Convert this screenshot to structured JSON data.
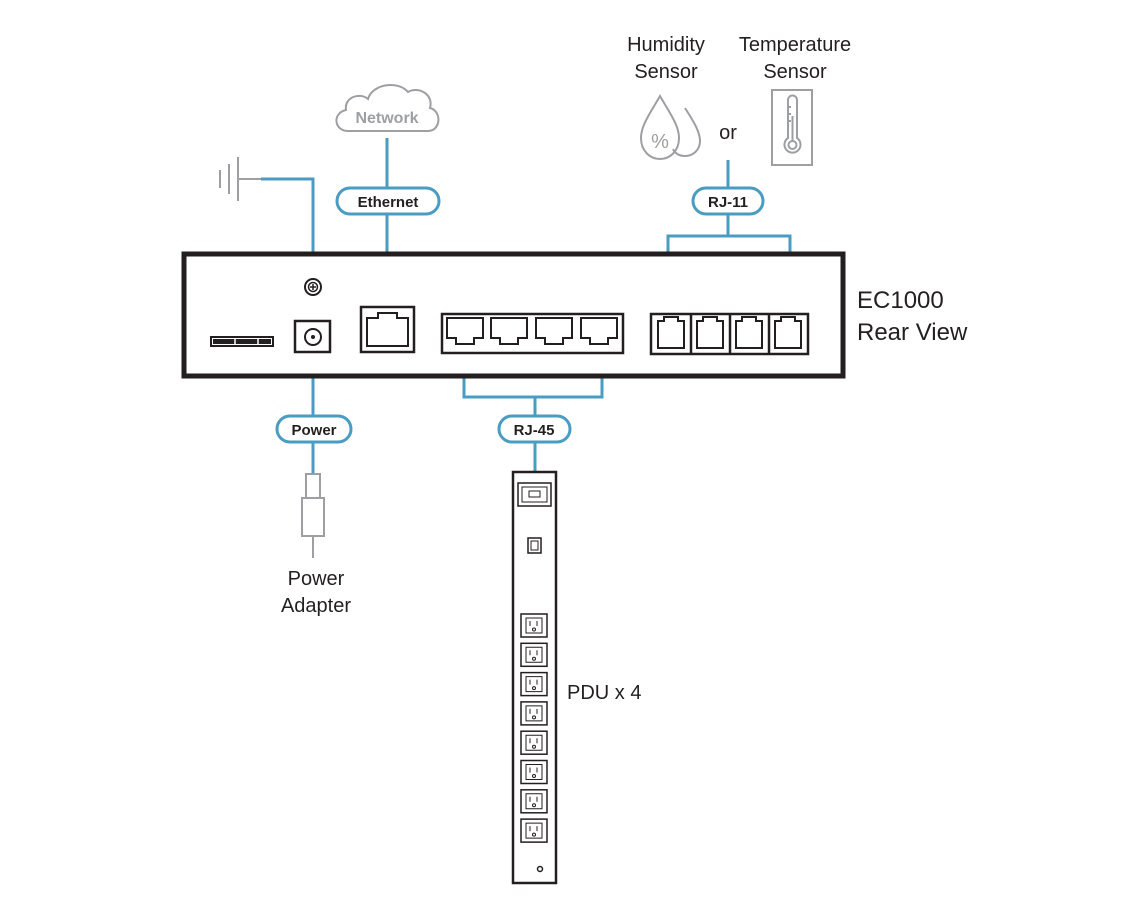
{
  "labels": {
    "humidity_sensor_line1": "Humidity",
    "humidity_sensor_line2": "Sensor",
    "temperature_sensor_line1": "Temperature",
    "temperature_sensor_line2": "Sensor",
    "or": "or",
    "network": "Network",
    "ethernet": "Ethernet",
    "rj11": "RJ-11",
    "device_line1": "EC1000",
    "device_line2": "Rear View",
    "power": "Power",
    "rj45": "RJ-45",
    "power_adapter_line1": "Power",
    "power_adapter_line2": "Adapter",
    "pdu": "PDU x 4"
  },
  "humidity_symbol": "%",
  "colors": {
    "connector": "#4a9cc2",
    "device_outline": "#231f20",
    "peripheral_gray": "#9d9fa2",
    "text": "#231f20"
  },
  "icons": {
    "network": "cloud-icon",
    "humidity_sensor": "water-drops-icon",
    "temperature_sensor": "thermometer-icon",
    "ground": "ground-icon",
    "power_adapter": "dc-plug-icon"
  }
}
